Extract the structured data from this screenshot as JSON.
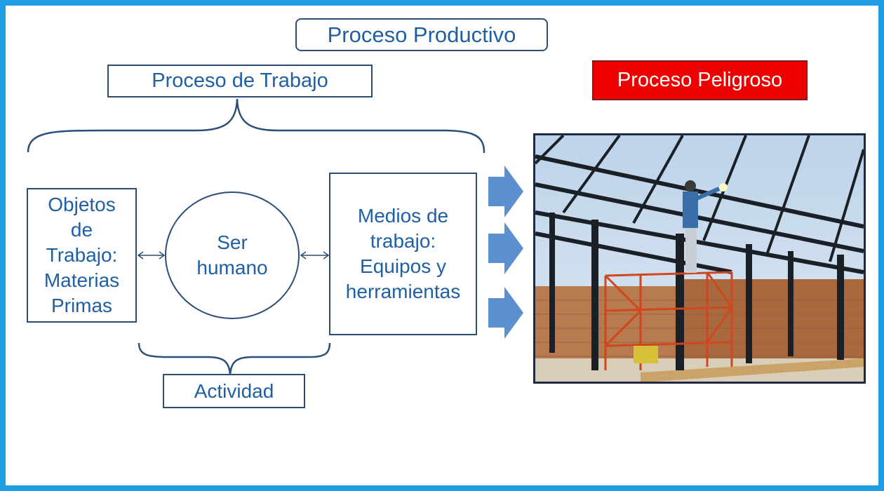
{
  "title": "Proceso Productivo",
  "proceso_trabajo": "Proceso de Trabajo",
  "proceso_peligroso": "Proceso Peligroso",
  "objetos": [
    "Objetos",
    "de",
    "Trabajo:",
    "Materias",
    "Primas"
  ],
  "ser_humano": [
    "Ser",
    "humano"
  ],
  "medios": [
    "Medios de",
    "trabajo:",
    "Equipos y",
    "herramientas"
  ],
  "actividad": "Actividad",
  "colors": {
    "frame": "#1e9de2",
    "text": "#1f5fa3",
    "box_border": "#2d4e78",
    "arrow": "#5b8fd0",
    "danger": "#ee0000"
  },
  "photo_description_icon": "construction-photo"
}
